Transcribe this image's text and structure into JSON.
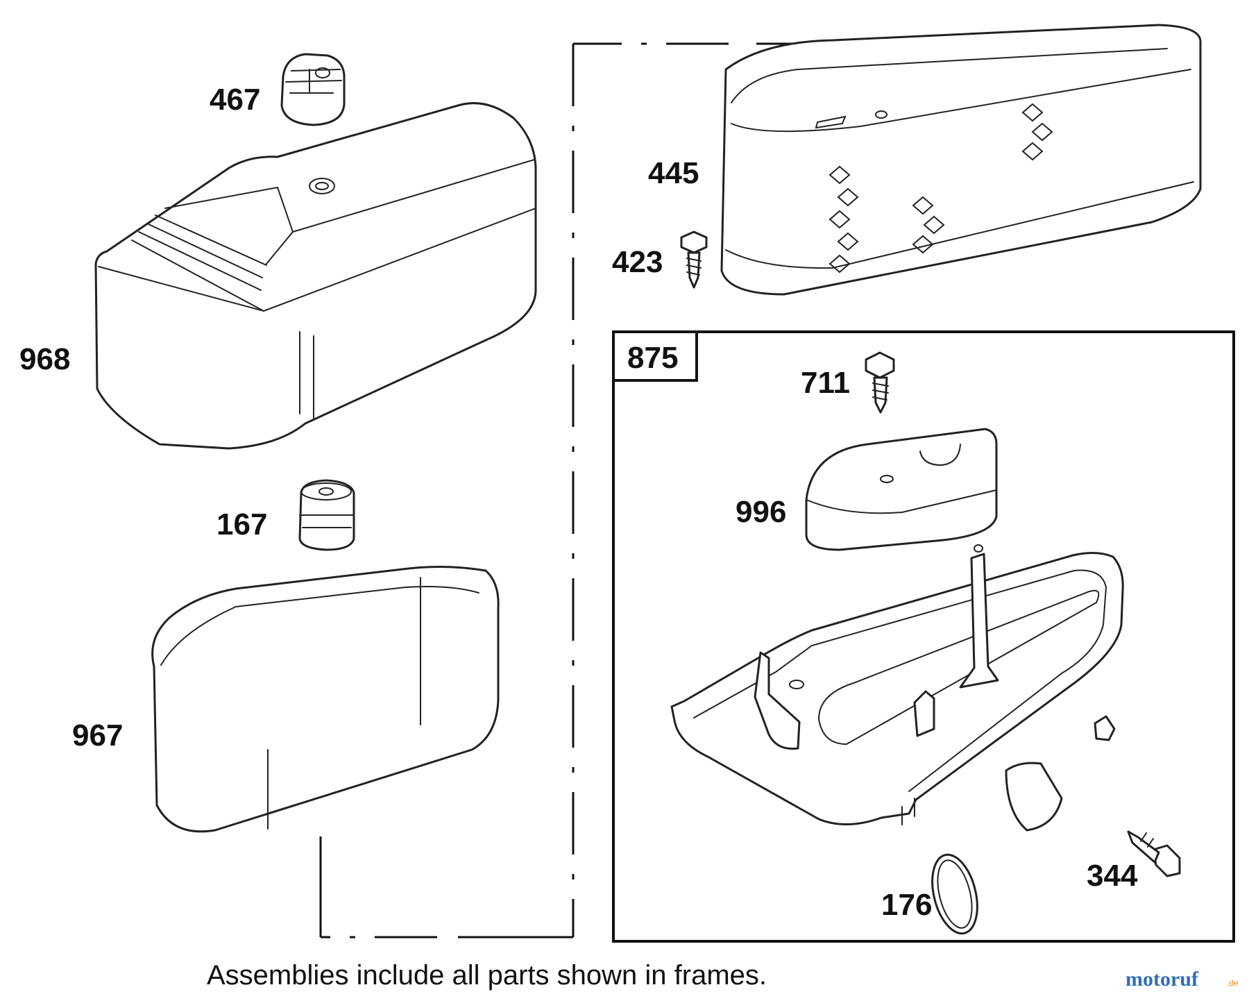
{
  "parts": {
    "p467": "467",
    "p968": "968",
    "p167": "167",
    "p967": "967",
    "p445": "445",
    "p423": "423",
    "p875": "875",
    "p711": "711",
    "p996": "996",
    "p176": "176",
    "p344": "344"
  },
  "caption": "Assemblies include all parts shown in frames.",
  "watermark": {
    "name": "motoruf",
    "suffix": ".de",
    "colors": {
      "text": "#2f6fb4",
      "accent": "#e08a1e"
    }
  }
}
